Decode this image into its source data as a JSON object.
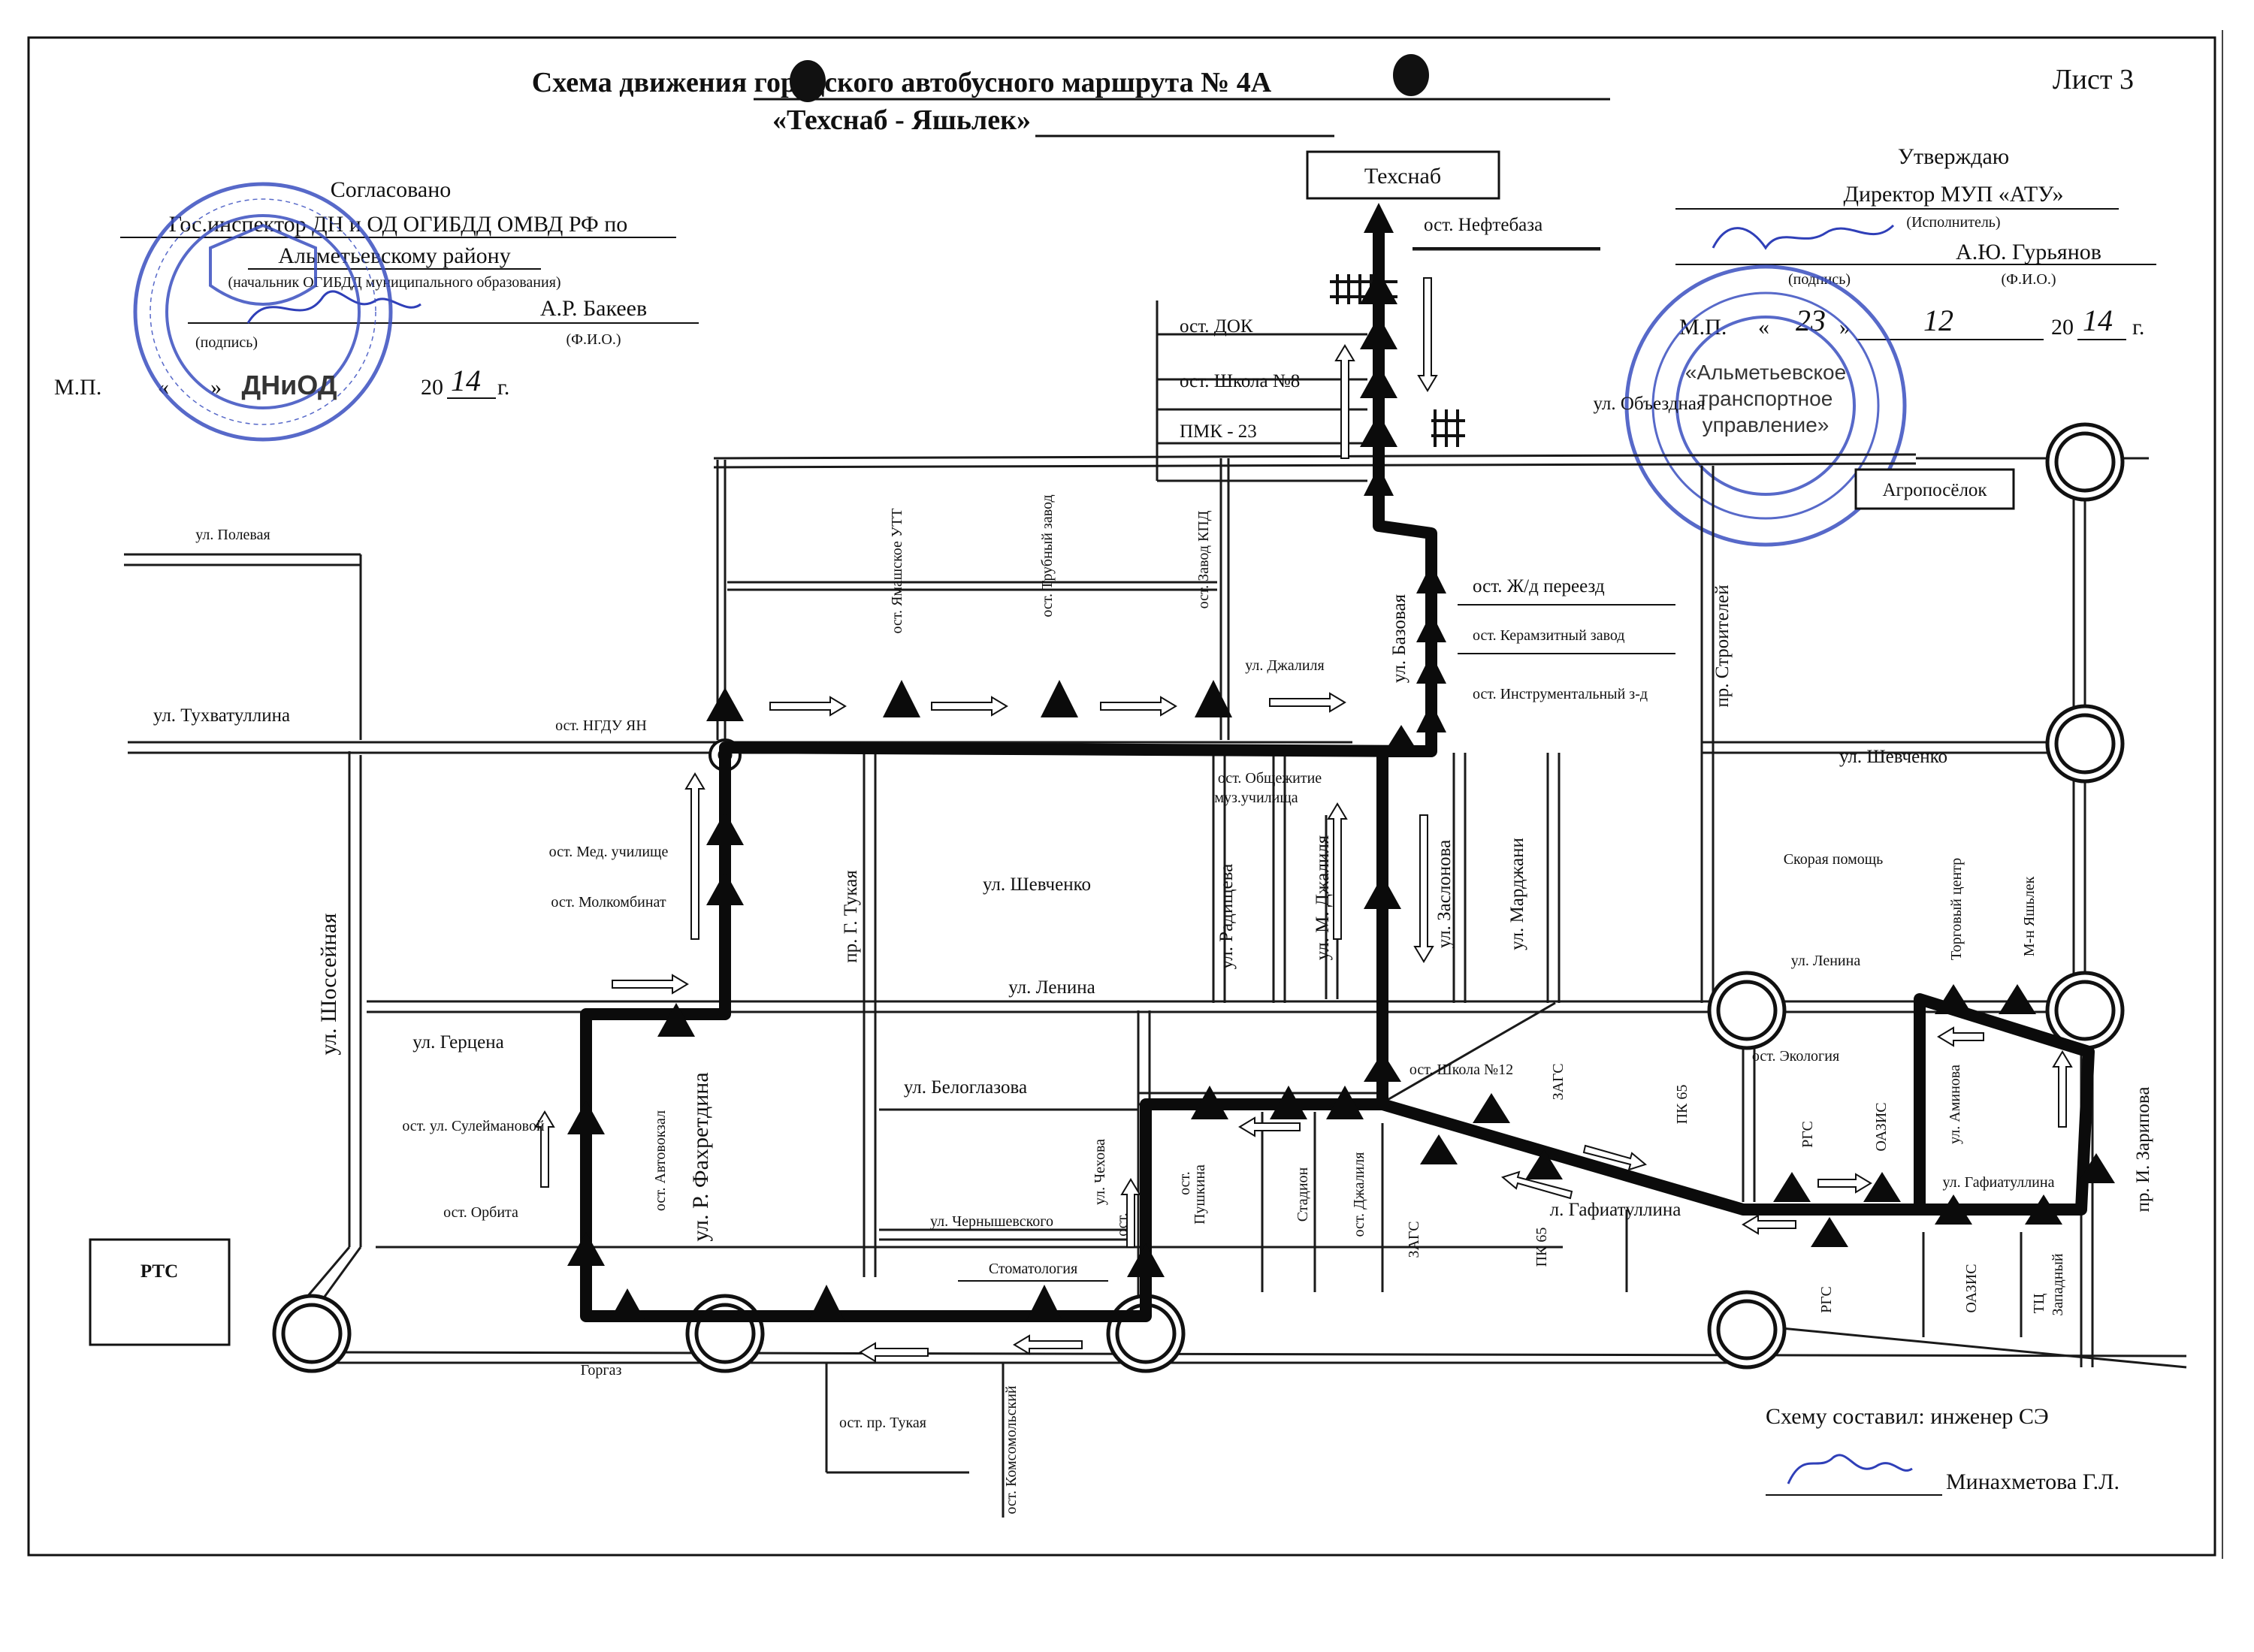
{
  "header": {
    "title_line1": "Схема движения городского автобусного маршрута № 4А",
    "title_line2": "«Техснаб - Яшьлек»",
    "sheet_label": "Лист 3"
  },
  "approval_left": {
    "label": "Согласовано",
    "line1": "Гос.инспектор ДН и ОД ОГИБДД ОМВД РФ по",
    "line2": "Альметьевскому району",
    "caption_org": "(начальник ОГИБДД муниципального образования)",
    "name": "А.Р. Бакеев",
    "caption_sign": "(подпись)",
    "caption_fio": "(Ф.И.О.)",
    "mp": "М.П.",
    "date_prefix": "«",
    "date_suffix": "»",
    "year_prefix": "20",
    "year_hand": "14",
    "year_suffix": "г."
  },
  "approval_right": {
    "label": "Утверждаю",
    "line1": "Директор МУП «АТУ»",
    "caption_role": "(Исполнитель)",
    "name": "А.Ю. Гурьянов",
    "caption_sign": "(подпись)",
    "caption_fio": "(Ф.И.О.)",
    "mp": "М.П.",
    "day_open": "«",
    "day_hand": "23",
    "day_close": "»",
    "month_hand": "12",
    "year_prefix": "20",
    "year_hand": "14",
    "year_suffix": "г."
  },
  "stamps": {
    "left_center": "ДНиОД",
    "right_line1": "«Альметьевское",
    "right_line2": "транспортное",
    "right_line3": "управление»"
  },
  "boxes": {
    "tehsnab": "Техснаб",
    "agroposelok": "Агропосёлок",
    "rts": "РТС"
  },
  "streets": {
    "poleva": "ул. Полевая",
    "tuhvatullina": "ул. Тухватуллина",
    "shosseynaya": "ул. Шоссейная",
    "gertsena": "ул. Герцена",
    "fahretdina": "ул. Р. Фахретдина",
    "tukaya": "пр. Г. Тукая",
    "shevchenko_mid": "ул. Шевченко",
    "lenina": "ул. Ленина",
    "beloglazova": "ул. Белоглазова",
    "chernyshevskogo": "ул. Чернышевского",
    "radishcheva": "ул. Радищева",
    "m_dzhalilya": "ул. М. Джалиля",
    "zaslonova": "ул. Заслонова",
    "mardzhani": "ул. Марджани",
    "dzhalilya_top": "ул. Джалиля",
    "bazovaya": "ул. Базовая",
    "obezdnaya": "ул. Объездная",
    "stroiteley": "пр. Строителей",
    "shevchenko_right": "ул. Шевченко",
    "lenina_right": "ул. Ленина",
    "aminova": "ул. Аминова",
    "gafiatullina_route": "л. Гафиатуллина",
    "gafiatullina_small": "ул. Гафиатуллина",
    "zaripova": "пр. И. Зарипова",
    "chehova": "ул. Чехова",
    "skoraya": "Скорая помощь"
  },
  "stops": {
    "neftebaza": "ост. Нефтебаза",
    "dok": "ост. ДОК",
    "shkola8": "ост. Школа №8",
    "pmk23": "ПМК - 23",
    "zhd": "ост. Ж/д переезд",
    "keramzit": "ост. Керамзитный завод",
    "instrum": "ост. Инструментальный з-д",
    "ngdu": "ост. НГДУ ЯН",
    "yamash": "ост. Ямашское УТТ",
    "trubny": "ост. Трубный завод",
    "kpd": "ост. Завод КПД",
    "obshch1": "ост. Общежитие",
    "obshch2": "муз.училища",
    "med": "ост. Мед. училище",
    "molk": "ост. Молкомбинат",
    "suleym": "ост. ул. Сулеймановой",
    "orbita": "ост. Орбита",
    "avtovokzal": "ост. Автовокзал",
    "gorgaz": "Горгаз",
    "tukaya_st": "ост. пр. Тукая",
    "komsomol": "ост. Комсомольский",
    "stomat": "Стоматология",
    "chehova_st": "ост.",
    "pushkina1": "ост.",
    "pushkina2": "Пушкина",
    "stadion": "Стадион",
    "dzhalilya_st": "ост. Джалиля",
    "shkola12": "ост. Школа №12",
    "zags_top": "ЗАГС",
    "zags_bottom": "ЗАГС",
    "pk65_top": "ПК 65",
    "pk65_bottom": "ПК 65",
    "ekologiya": "ост. Экология",
    "rgs_top": "РГС",
    "rgs_bottom": "РГС",
    "oazis_top": "ОАЗИС",
    "oazis_bottom": "ОАЗИС",
    "torg": "Торговый центр",
    "yashlek": "М-н Яшьлек",
    "tc": "ТЦ",
    "zapadny": "Западный"
  },
  "footer": {
    "composed": "Схему составил: инженер СЭ",
    "name": "Минахметова Г.Л."
  },
  "colors": {
    "ink": "#111111",
    "route": "#0b0b0b",
    "stamp_blue": "#3a4fc0",
    "hand_blue": "#2f3fb8"
  }
}
